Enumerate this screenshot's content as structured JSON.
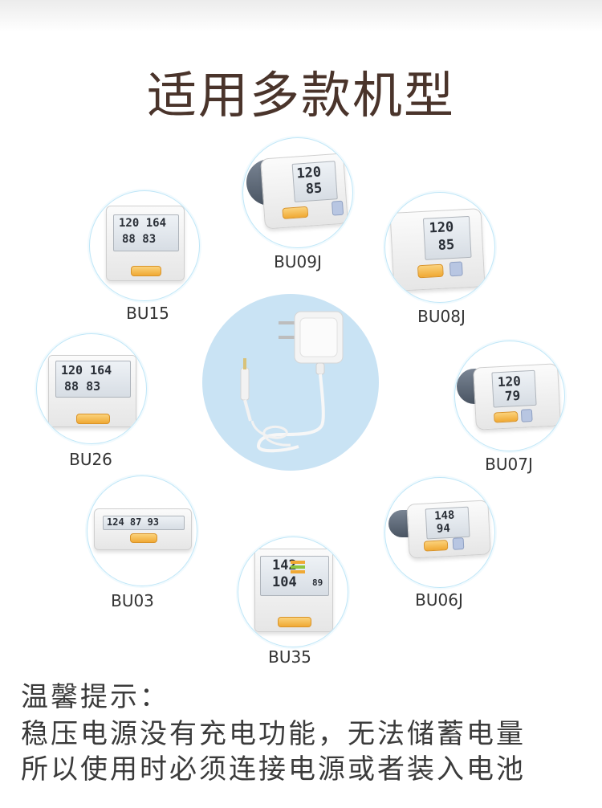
{
  "title": "适用多款机型",
  "models": [
    {
      "name": "BU09J",
      "lcd1": "120",
      "lcd2": "85"
    },
    {
      "name": "BU15",
      "lcd1": "120 164",
      "lcd2": "88 83"
    },
    {
      "name": "BU08J",
      "lcd1": "120",
      "lcd2": "85"
    },
    {
      "name": "BU26",
      "lcd1": "120 164",
      "lcd2": "88 83"
    },
    {
      "name": "BU07J",
      "lcd1": "120",
      "lcd2": "79"
    },
    {
      "name": "BU03",
      "lcd1": "124 87 93"
    },
    {
      "name": "BU06J",
      "lcd1": "148",
      "lcd2": "94"
    },
    {
      "name": "BU35",
      "lcd1": "142",
      "lcd2": "104",
      "lcd3": "89"
    }
  ],
  "tips": {
    "heading": "温馨提示：",
    "line1": "稳压电源没有充电功能，无法储蓄电量",
    "line2": "所以使用时必须连接电源或者装入电池"
  }
}
